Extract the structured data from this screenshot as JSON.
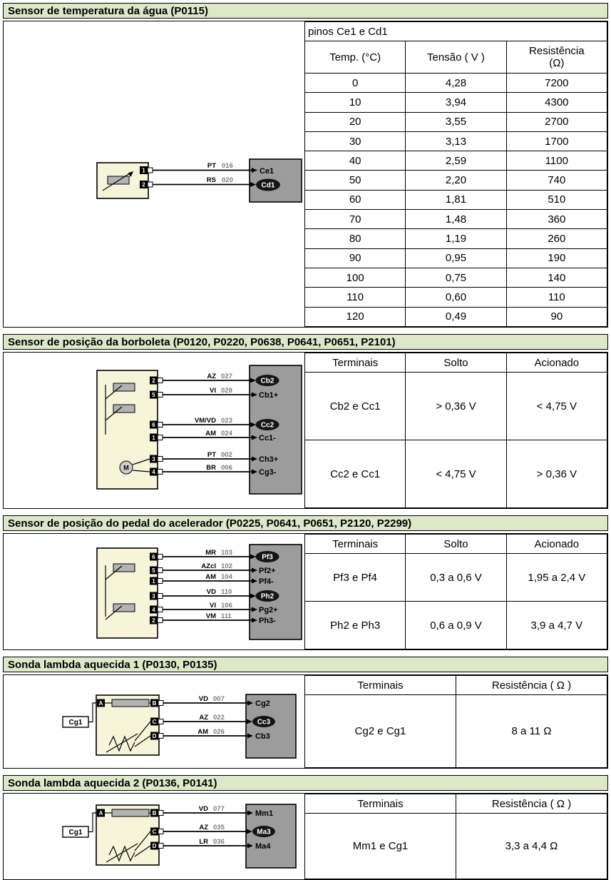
{
  "colors": {
    "section_header_bg": "#dde8c9",
    "connector_gray": "#9c9c9c",
    "sensor_cream": "#f6f5da",
    "wire_number_gray": "#7d7d7d"
  },
  "s1": {
    "title": "Sensor de temperatura da água (P0115)",
    "table": {
      "caption": "pinos Ce1 e Cd1",
      "headers": [
        "Temp. (°C)",
        "Tensão ( V )",
        "Resistência",
        "(Ω)"
      ],
      "rows": [
        [
          "0",
          "4,28",
          "7200"
        ],
        [
          "10",
          "3,94",
          "4300"
        ],
        [
          "20",
          "3,55",
          "2700"
        ],
        [
          "30",
          "3,13",
          "1700"
        ],
        [
          "40",
          "2,59",
          "1100"
        ],
        [
          "50",
          "2,20",
          "740"
        ],
        [
          "60",
          "1,81",
          "510"
        ],
        [
          "70",
          "1,48",
          "360"
        ],
        [
          "80",
          "1,19",
          "260"
        ],
        [
          "90",
          "0,95",
          "190"
        ],
        [
          "100",
          "0,75",
          "140"
        ],
        [
          "110",
          "0,60",
          "110"
        ],
        [
          "120",
          "0,49",
          "90"
        ]
      ]
    },
    "diagram": {
      "pins": [
        "1",
        "2"
      ],
      "wires": [
        {
          "color": "PT",
          "num": "016",
          "term": "Ce1"
        },
        {
          "color": "RS",
          "num": "020",
          "term": "Cd1"
        }
      ]
    }
  },
  "s2": {
    "title": "Sensor de posição da borboleta (P0120, P0220, P0638, P0641, P0651, P2101)",
    "table": {
      "headers": [
        "Terminais",
        "Solto",
        "Acionado"
      ],
      "rows": [
        [
          "Cb2 e Cc1",
          "> 0,36 V",
          "< 4,75 V"
        ],
        [
          "Cc2 e Cc1",
          "< 4,75 V",
          "> 0,36 V"
        ]
      ]
    },
    "diagram": {
      "motor": "M",
      "pins": [
        "2",
        "5",
        "6",
        "1",
        "3",
        "4"
      ],
      "wires": [
        {
          "color": "AZ",
          "num": "027",
          "term": "Cb2"
        },
        {
          "color": "VI",
          "num": "028",
          "term": "Cb1+"
        },
        {
          "color": "VM/VD",
          "num": "023",
          "term": "Cc2"
        },
        {
          "color": "AM",
          "num": "024",
          "term": "Cc1-"
        },
        {
          "color": "PT",
          "num": "002",
          "term": "Ch3+"
        },
        {
          "color": "BR",
          "num": "006",
          "term": "Cg3-"
        }
      ]
    }
  },
  "s3": {
    "title": "Sensor de posição do pedal do acelerador (P0225, P0641, P0651, P2120, P2299)",
    "table": {
      "headers": [
        "Terminais",
        "Solto",
        "Acionado"
      ],
      "rows": [
        [
          "Pf3 e Pf4",
          "0,3 a 0,6 V",
          "1,95 a 2,4 V"
        ],
        [
          "Ph2 e Ph3",
          "0,6 a 0,9 V",
          "3,9 a 4,7 V"
        ]
      ]
    },
    "diagram": {
      "pins": [
        "6",
        "5",
        "1",
        "3",
        "4",
        "2"
      ],
      "wires": [
        {
          "color": "MR",
          "num": "103",
          "term": "Pf3"
        },
        {
          "color": "AZcl",
          "num": "102",
          "term": "Pf2+"
        },
        {
          "color": "AM",
          "num": "104",
          "term": "Pf4-"
        },
        {
          "color": "VD",
          "num": "110",
          "term": "Ph2"
        },
        {
          "color": "VI",
          "num": "106",
          "term": "Pg2+"
        },
        {
          "color": "VM",
          "num": "111",
          "term": "Ph3-"
        }
      ]
    }
  },
  "s4": {
    "title": "Sonda lambda aquecida 1 (P0130, P0135)",
    "table": {
      "headers": [
        "Terminais",
        "Resistência ( Ω )"
      ],
      "rows": [
        [
          "Cg2 e Cg1",
          "8 a 11 Ω"
        ]
      ]
    },
    "diagram": {
      "ext_connector": "Cg1",
      "pins": [
        "A",
        "B",
        "C",
        "D"
      ],
      "wires": [
        {
          "color": "VD",
          "num": "007",
          "term": "Cg2"
        },
        {
          "color": "AZ",
          "num": "022",
          "term": "Cc3"
        },
        {
          "color": "AM",
          "num": "026",
          "term": "Cb3"
        }
      ]
    }
  },
  "s5": {
    "title": "Sonda lambda aquecida 2 (P0136, P0141)",
    "table": {
      "headers": [
        "Terminais",
        "Resistência ( Ω )"
      ],
      "rows": [
        [
          "Mm1 e Cg1",
          "3,3 a 4,4 Ω"
        ]
      ]
    },
    "diagram": {
      "ext_connector": "Cg1",
      "pins": [
        "A",
        "B",
        "C",
        "D"
      ],
      "wires": [
        {
          "color": "VD",
          "num": "077",
          "term": "Mm1"
        },
        {
          "color": "AZ",
          "num": "035",
          "term": "Ma3"
        },
        {
          "color": "LR",
          "num": "036",
          "term": "Ma4"
        }
      ]
    }
  }
}
